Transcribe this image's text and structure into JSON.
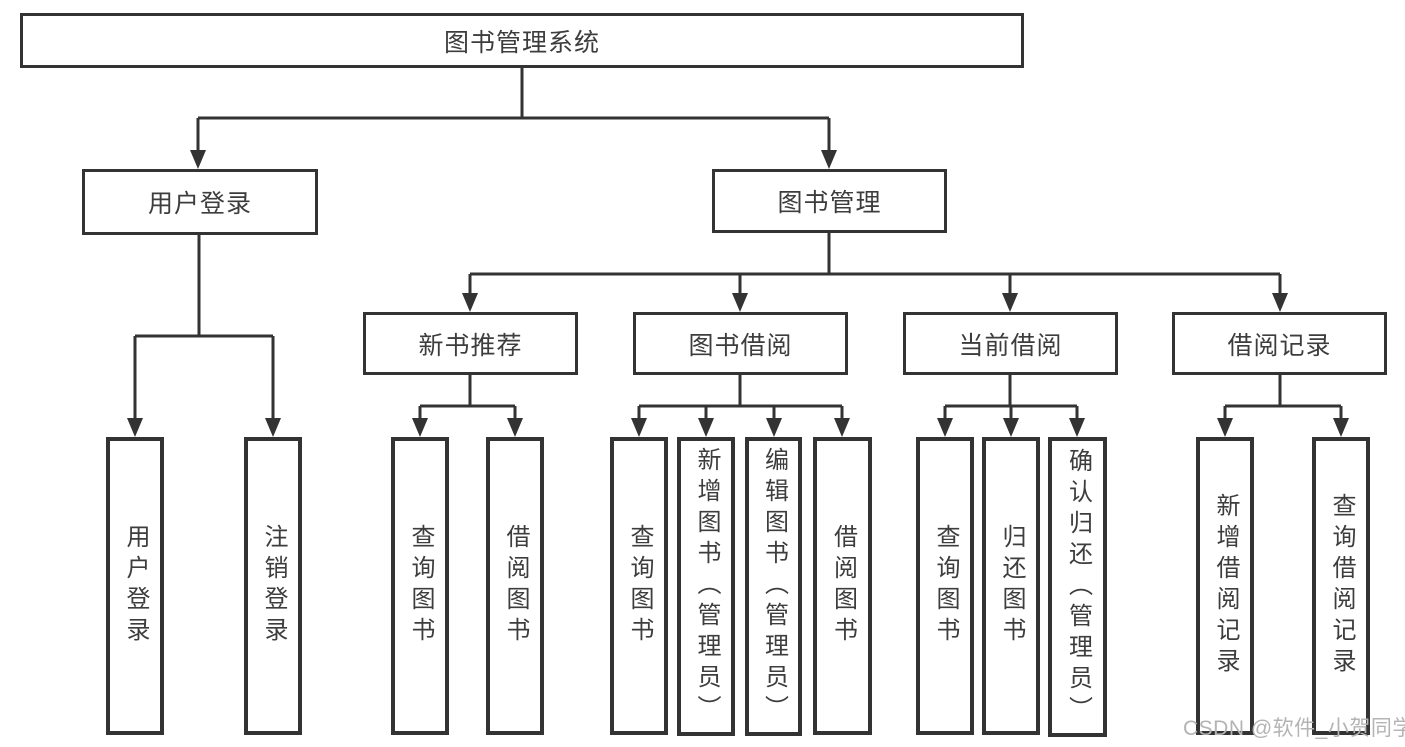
{
  "nodes": {
    "root": "图书管理系统",
    "level2": [
      "用户登录",
      "图书管理"
    ],
    "level3": [
      "新书推荐",
      "图书借阅",
      "当前借阅",
      "借阅记录"
    ],
    "leaves": [
      "用户登录",
      "注销登录",
      "查询图书",
      "借阅图书",
      "查询图书",
      "新增图书（管理员）",
      "编辑图书（管理员）",
      "借阅图书",
      "查询图书",
      "归还图书",
      "确认归还（管理员）",
      "新增借阅记录",
      "查询借阅记录"
    ]
  },
  "watermark": "CSDN @软件_小贺同学",
  "colors": {
    "line": "#333333",
    "text": "#3d3d3d",
    "box_background": "#ffffff",
    "watermark": "#b4b4b4",
    "page_background": "#ffffff"
  }
}
